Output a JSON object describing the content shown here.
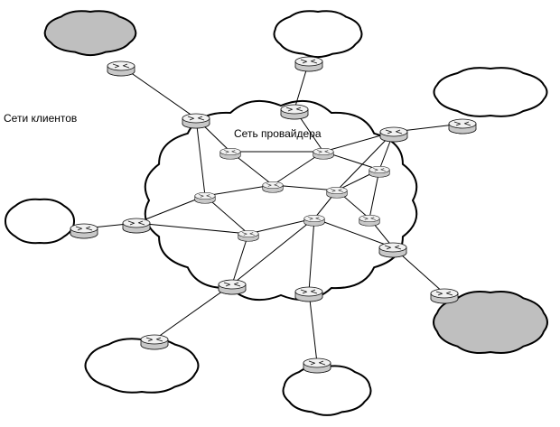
{
  "labels": {
    "clients": "Сети клиентов",
    "provider": "Сеть провайдера"
  },
  "colors": {
    "cloud_light": "#ffffff",
    "cloud_dark": "#bfbfbf",
    "provider_cloud": "#ffffff",
    "router_top": "#f1f1f1",
    "router_body": "#c8c8c8",
    "line": "#000000"
  },
  "diagram": {
    "client_networks": [
      {
        "id": "tl",
        "shade": "dark"
      },
      {
        "id": "tc",
        "shade": "light"
      },
      {
        "id": "tr",
        "shade": "light"
      },
      {
        "id": "left",
        "shade": "light"
      },
      {
        "id": "br",
        "shade": "dark"
      },
      {
        "id": "bl",
        "shade": "light"
      },
      {
        "id": "bc",
        "shade": "light"
      }
    ],
    "router_icon": "router-icon"
  }
}
